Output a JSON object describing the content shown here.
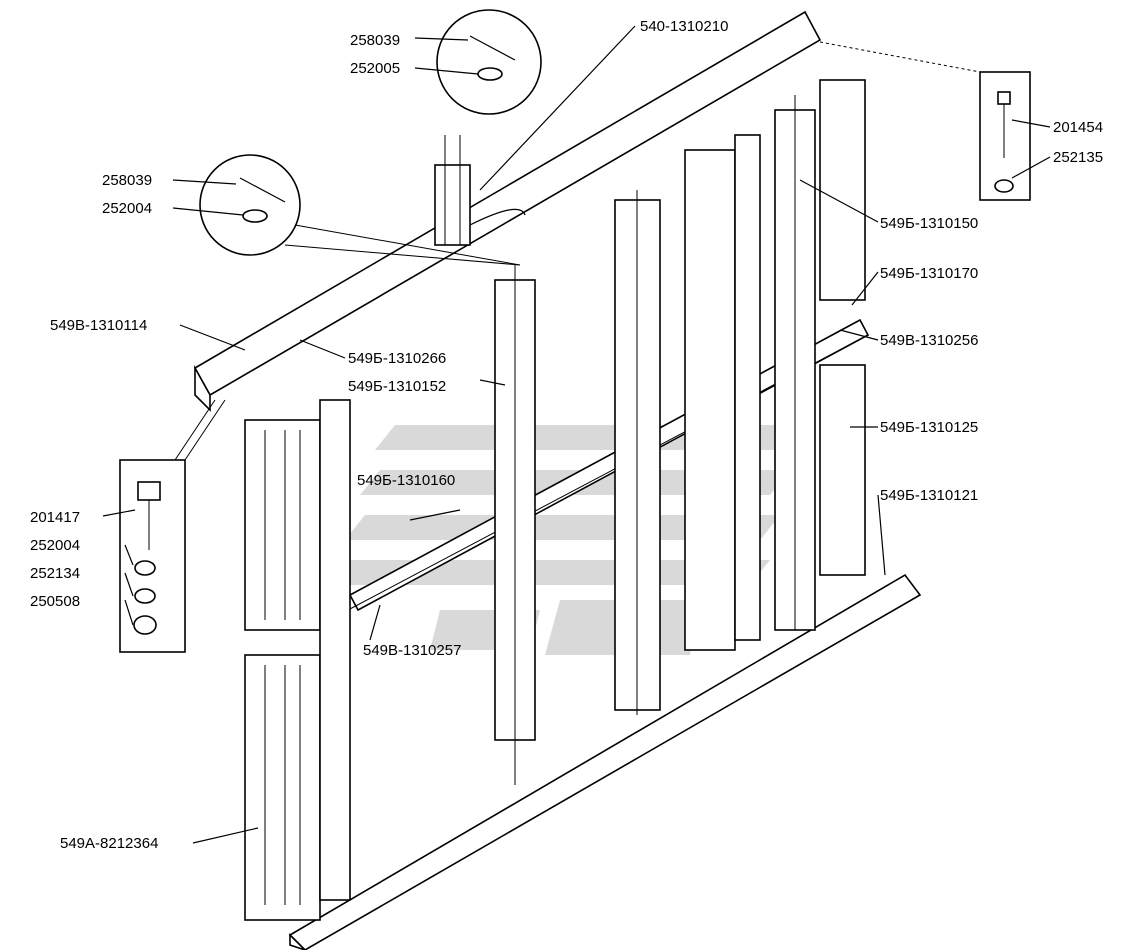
{
  "labels": {
    "p258039_top": "258039",
    "p252005": "252005",
    "p540_1310210": "540-1310210",
    "p201454": "201454",
    "p252135": "252135",
    "p258039_left": "258039",
    "p252004_top": "252004",
    "p549b_1310150": "549Б-1310150",
    "p549b_1310170": "549Б-1310170",
    "p549v_1310114": "549В-1310114",
    "p549b_1310266": "549Б-1310266",
    "p549v_1310256": "549В-1310256",
    "p549b_1310152": "549Б-1310152",
    "p549b_1310125": "549Б-1310125",
    "p549b_1310160": "549Б-1310160",
    "p549b_1310121": "549Б-1310121",
    "p201417": "201417",
    "p252004_bot": "252004",
    "p252134": "252134",
    "p250508": "250508",
    "p549v_1310257": "549В-1310257",
    "p549a_8212364": "549А-8212364"
  },
  "colors": {
    "line": "#000000",
    "background": "#ffffff",
    "watermark": "#d9d9d9"
  }
}
